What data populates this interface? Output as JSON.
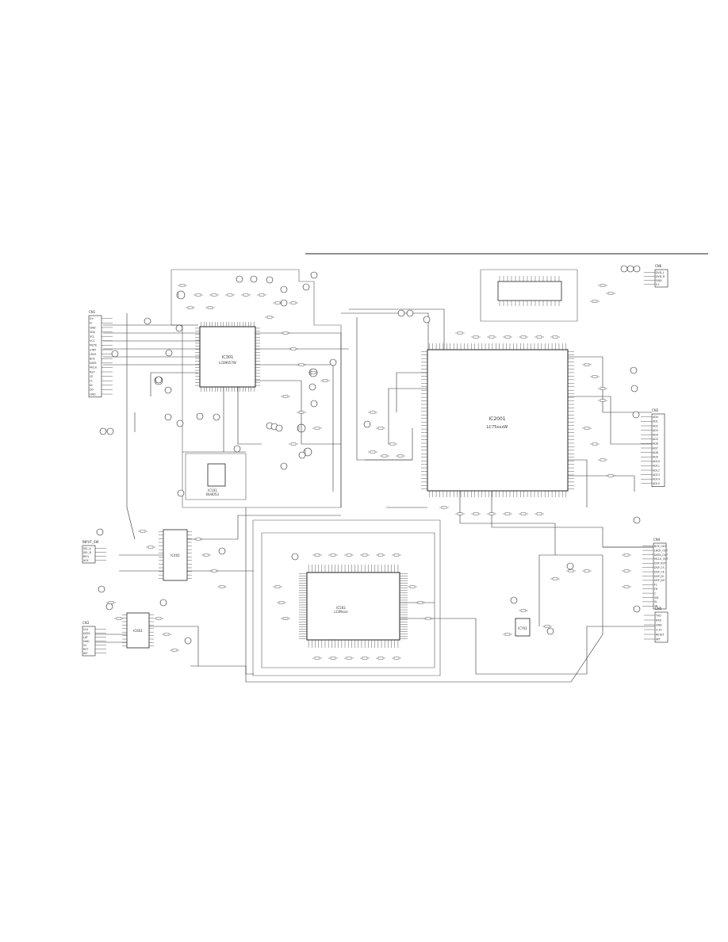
{
  "ic_labels": {
    "ic1": "IC301",
    "ic1_part": "LC89057W",
    "ic2": "IC2001",
    "ic2_part": "LC75xxxW",
    "ic3": "IC502",
    "ic3_part": "LC89xxx",
    "ic4": "IC101",
    "ic4_part": "BU4053",
    "ic5": "IC401",
    "ic6": "IC601",
    "ic7": "IC701"
  },
  "connector_left_top": [
    "CN1",
    "D+",
    "D-",
    "GND",
    "SDA",
    "SCL",
    "VCC",
    "MUTE",
    "STBY",
    "LRCK",
    "BCK",
    "DATA",
    "MCLK",
    "RST",
    "CE",
    "CL",
    "DI",
    "DO",
    "GND"
  ],
  "connector_left_mid": [
    "INPUT_SW",
    "SEL_A",
    "SEL_B",
    "REQ",
    "ACK"
  ],
  "connector_left_bot": [
    "CN3",
    "CLK",
    "DATA",
    "LAT",
    "GND",
    "5V",
    "RST",
    "INT"
  ],
  "connector_right_a": [
    "CN2",
    "AD0",
    "AD1",
    "AD2",
    "AD3",
    "AD4",
    "AD5",
    "AD6",
    "AD7",
    "AD8",
    "AD9",
    "AD10",
    "AD11",
    "AD12",
    "AD13",
    "AD14",
    "AD15"
  ],
  "connector_right_b": [
    "CN4",
    "BCK_OUT",
    "LRCK_OUT",
    "DATA_OUT",
    "MCLK_OUT",
    "DSP_RST",
    "DSP_CS",
    "DSP_CK",
    "DSP_DI",
    "DSP_DO",
    "FL",
    "FR",
    "C",
    "SW",
    "SL",
    "SR"
  ],
  "connector_right_c": [
    "CN5",
    "TXD",
    "RXD",
    "GND",
    "3.3V",
    "RESET",
    "INT"
  ],
  "connector_top_right": [
    "CN6",
    "DVD_L",
    "DVD_R",
    "GND",
    "V+"
  ]
}
